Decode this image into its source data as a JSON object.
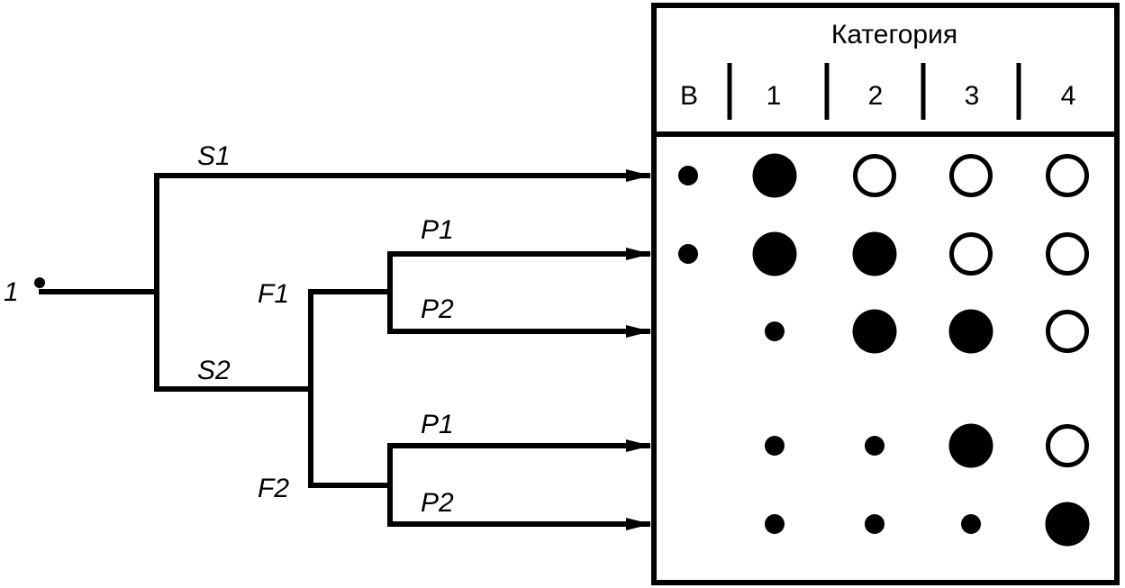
{
  "start_label": "1",
  "branch_labels": {
    "s1": "S1",
    "s2": "S2",
    "f1": "F1",
    "f2": "F2",
    "p1_top": "P1",
    "p2_top": "P2",
    "p1_bottom": "P1",
    "p2_bottom": "P2"
  },
  "table": {
    "title": "Категория",
    "columns": [
      "В",
      "1",
      "2",
      "3",
      "4"
    ],
    "legend": {
      "small": "small filled dot",
      "large": "large filled circle",
      "open": "large open circle",
      "none": "empty"
    },
    "rows": [
      {
        "path": "S1",
        "cells": [
          "small",
          "large",
          "open",
          "open",
          "open"
        ]
      },
      {
        "path": "S2-F1-P1",
        "cells": [
          "small",
          "large",
          "large",
          "open",
          "open"
        ]
      },
      {
        "path": "S2-F1-P2",
        "cells": [
          "none",
          "small",
          "large",
          "large",
          "open"
        ]
      },
      {
        "path": "S2-F2-P1",
        "cells": [
          "none",
          "small",
          "small",
          "large",
          "open"
        ]
      },
      {
        "path": "S2-F2-P2",
        "cells": [
          "none",
          "small",
          "small",
          "small",
          "large"
        ]
      }
    ]
  }
}
